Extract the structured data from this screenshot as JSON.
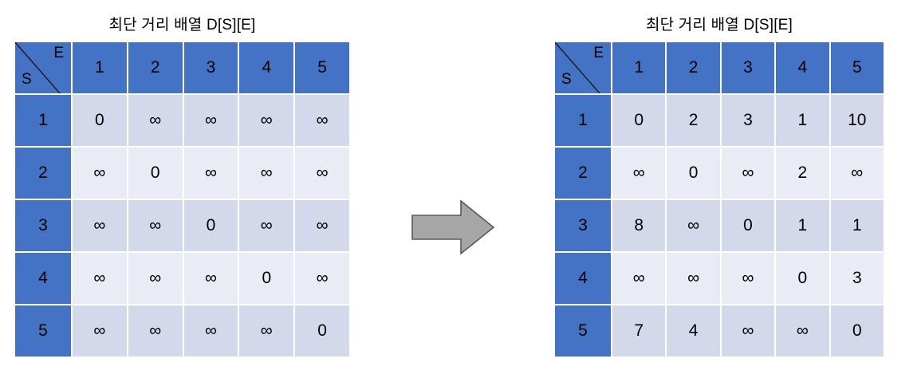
{
  "figure": {
    "type": "two-state-matrix-diagram",
    "arrow": {
      "icon": "right-block-arrow-icon",
      "direction": "right",
      "fill": "#A6A6A6",
      "stroke": "#595959"
    },
    "colors": {
      "header_blue": "#4472C4",
      "row_odd": "#D3D9EA",
      "row_even": "#E9ECF5",
      "text": "#000000",
      "background": "#FFFFFF"
    }
  },
  "panels": [
    {
      "id": "left",
      "title": "최단 거리 배열 D[S][E]",
      "corner": {
        "col_axis_label": "E",
        "row_axis_label": "S"
      },
      "column_headers": [
        "1",
        "2",
        "3",
        "4",
        "5"
      ],
      "row_headers": [
        "1",
        "2",
        "3",
        "4",
        "5"
      ],
      "rows": [
        [
          "0",
          "∞",
          "∞",
          "∞",
          "∞"
        ],
        [
          "∞",
          "0",
          "∞",
          "∞",
          "∞"
        ],
        [
          "∞",
          "∞",
          "0",
          "∞",
          "∞"
        ],
        [
          "∞",
          "∞",
          "∞",
          "0",
          "∞"
        ],
        [
          "∞",
          "∞",
          "∞",
          "∞",
          "0"
        ]
      ]
    },
    {
      "id": "right",
      "title": "최단 거리 배열 D[S][E]",
      "corner": {
        "col_axis_label": "E",
        "row_axis_label": "S"
      },
      "column_headers": [
        "1",
        "2",
        "3",
        "4",
        "5"
      ],
      "row_headers": [
        "1",
        "2",
        "3",
        "4",
        "5"
      ],
      "rows": [
        [
          "0",
          "2",
          "3",
          "1",
          "10"
        ],
        [
          "∞",
          "0",
          "∞",
          "2",
          "∞"
        ],
        [
          "8",
          "∞",
          "0",
          "1",
          "1"
        ],
        [
          "∞",
          "∞",
          "∞",
          "0",
          "3"
        ],
        [
          "7",
          "4",
          "∞",
          "∞",
          "0"
        ]
      ]
    }
  ]
}
